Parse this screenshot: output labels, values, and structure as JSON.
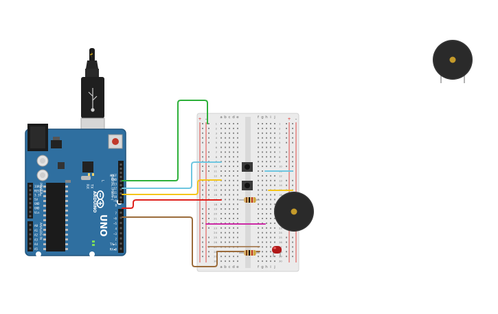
{
  "colors": {
    "board": "#2f6fa0",
    "board_dark": "#23557c",
    "breadboard": "#ebebeb",
    "wire_green": "#2db03a",
    "wire_cyan": "#6ec6e0",
    "wire_yellow": "#f5c518",
    "wire_red": "#e0201b",
    "wire_brown": "#9b6b3a",
    "wire_magenta": "#cc2aa6",
    "buzzer": "#2a2a2a",
    "buzzer_center": "#c49a2a",
    "led": "#b01818"
  },
  "arduino": {
    "model": "UNO",
    "logo": "ARDUINO",
    "analog_label": "ANALOG IN",
    "power_label": "POWER",
    "digital_label": "DIGITAL (PWM~)",
    "tx": "TX",
    "rx": "RX",
    "l": "L",
    "top_pins": [
      "AREF",
      "GND",
      "13",
      "12",
      "~11",
      "~10",
      "~9",
      "8"
    ],
    "bottom_pins": [
      "7",
      "~6",
      "~5",
      "4",
      "~3",
      "2",
      "TX▶1",
      "RX◀0"
    ],
    "power_pins": [
      "IOREF",
      "RESET",
      "3.3V",
      "5V",
      "GND",
      "GND",
      "Vin"
    ],
    "analog_pins": [
      "A0",
      "A1",
      "A2",
      "A3",
      "A4",
      "A5"
    ]
  },
  "breadboard": {
    "col_letters_left": [
      "a",
      "b",
      "c",
      "d",
      "e"
    ],
    "col_letters_right": [
      "f",
      "g",
      "h",
      "i",
      "j"
    ],
    "rail_plus": "+",
    "rail_minus": "-",
    "row_count": 30
  },
  "components": {
    "buttons": 2,
    "resistors": 2,
    "buzzers": 2,
    "leds": 1
  }
}
